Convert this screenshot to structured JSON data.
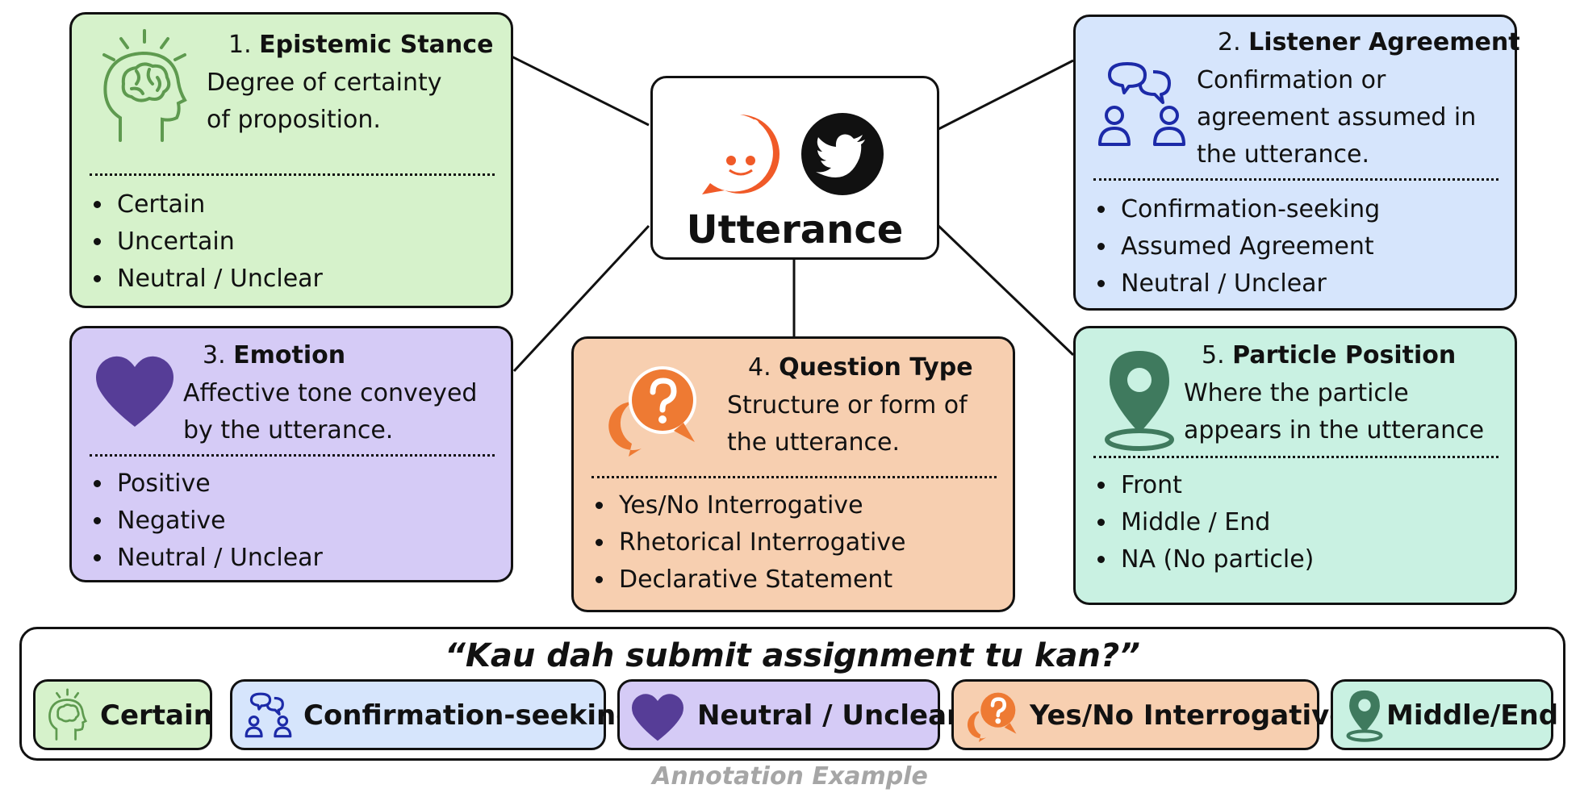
{
  "center": {
    "title": "Utterance",
    "icons": [
      "reddit-icon",
      "twitter-icon"
    ]
  },
  "boxes": {
    "epistemic": {
      "number": "1.",
      "title": "Epistemic Stance",
      "desc1": "Degree of certainty",
      "desc2": "of proposition.",
      "items": [
        "Certain",
        "Uncertain",
        "Neutral / Unclear"
      ],
      "color": "#d6f2cb",
      "icon": "brain-head-icon"
    },
    "listener": {
      "number": "2.",
      "title": "Listener Agreement",
      "desc1": "Confirmation or",
      "desc2": "agreement assumed in",
      "desc3": "the utterance.",
      "items": [
        "Confirmation-seeking",
        "Assumed Agreement",
        "Neutral / Unclear"
      ],
      "color": "#d6e5fc",
      "icon": "people-chat-icon"
    },
    "emotion": {
      "number": "3.",
      "title": "Emotion",
      "desc1": "Affective tone conveyed",
      "desc2": "by the utterance.",
      "items": [
        "Positive",
        "Negative",
        "Neutral / Unclear"
      ],
      "color": "#d5cbf6",
      "icon": "heart-icon"
    },
    "question": {
      "number": "4.",
      "title": "Question Type",
      "desc1": "Structure or form of",
      "desc2": "the utterance.",
      "items": [
        "Yes/No Interrogative",
        "Rhetorical Interrogative",
        "Declarative Statement"
      ],
      "color": "#f7cfb0",
      "icon": "question-bubbles-icon"
    },
    "particle": {
      "number": "5.",
      "title": "Particle Position",
      "desc1": "Where the particle",
      "desc2": "appears in the utterance",
      "items": [
        "Front",
        "Middle / End",
        "NA (No particle)"
      ],
      "color": "#c9f1e2",
      "icon": "location-pin-icon"
    }
  },
  "example": {
    "quote": "“Kau dah submit assignment tu kan?”",
    "tags": [
      "Certain",
      "Confirmation-seeking",
      "Neutral / Unclear",
      "Yes/No Interrogative",
      "Middle/End"
    ],
    "caption": "Annotation Example"
  },
  "colors": {
    "reddit": "#f05a28",
    "twitter": "#111111",
    "brain": "#5e9a4f",
    "people": "#1c2aa8",
    "heart": "#563d97",
    "question": "#ee7a33",
    "pin": "#3f7a5e"
  }
}
